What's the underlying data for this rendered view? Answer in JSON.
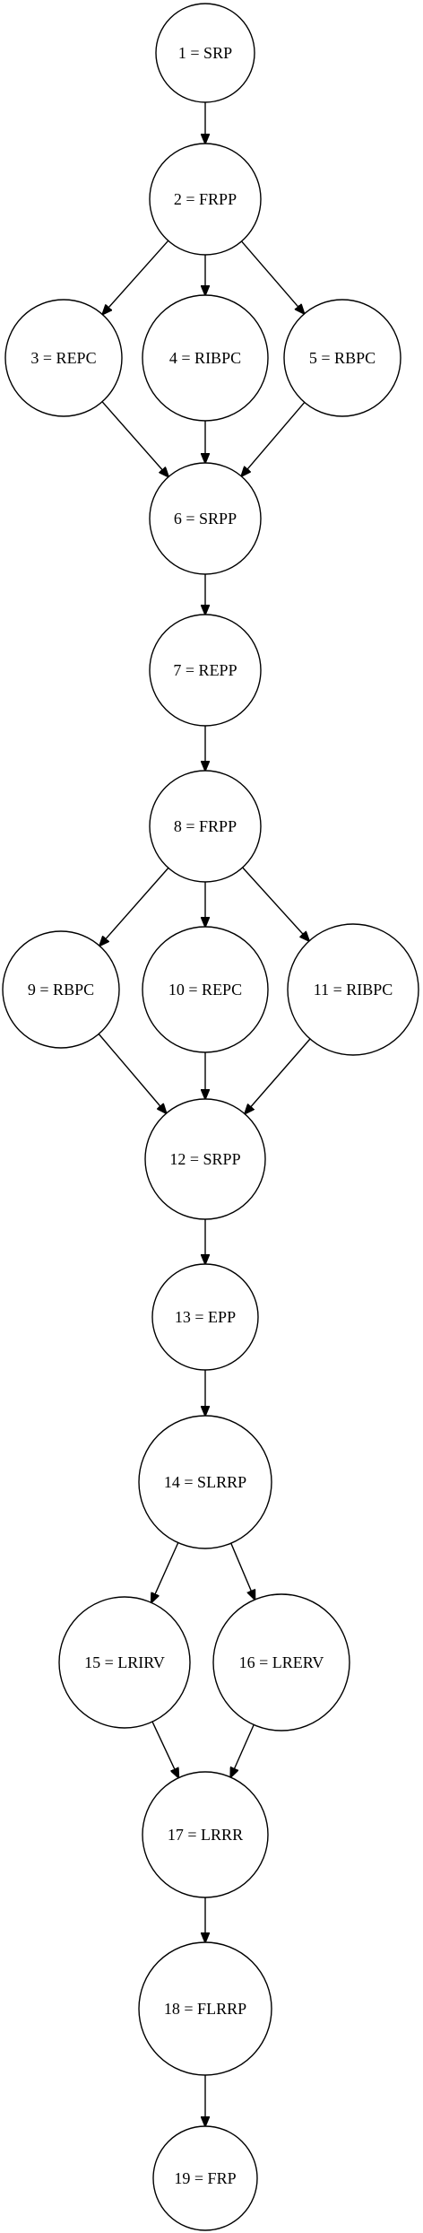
{
  "diagram": {
    "nodes": [
      {
        "id": "1",
        "label": "1 = SRP"
      },
      {
        "id": "2",
        "label": "2 = FRPP"
      },
      {
        "id": "3",
        "label": "3 = REPC"
      },
      {
        "id": "4",
        "label": "4 = RIBPC"
      },
      {
        "id": "5",
        "label": "5 = RBPC"
      },
      {
        "id": "6",
        "label": "6 = SRPP"
      },
      {
        "id": "7",
        "label": "7 = REPP"
      },
      {
        "id": "8",
        "label": "8 = FRPP"
      },
      {
        "id": "9",
        "label": "9 = RBPC"
      },
      {
        "id": "10",
        "label": "10 = REPC"
      },
      {
        "id": "11",
        "label": "11 = RIBPC"
      },
      {
        "id": "12",
        "label": "12 = SRPP"
      },
      {
        "id": "13",
        "label": "13 = EPP"
      },
      {
        "id": "14",
        "label": "14 = SLRRP"
      },
      {
        "id": "15",
        "label": "15 = LRIRV"
      },
      {
        "id": "16",
        "label": "16 = LRERV"
      },
      {
        "id": "17",
        "label": "17 = LRRR"
      },
      {
        "id": "18",
        "label": "18 = FLRRP"
      },
      {
        "id": "19",
        "label": "19 = FRP"
      }
    ],
    "edges": [
      {
        "from": "1",
        "to": "2"
      },
      {
        "from": "2",
        "to": "3"
      },
      {
        "from": "2",
        "to": "4"
      },
      {
        "from": "2",
        "to": "5"
      },
      {
        "from": "3",
        "to": "6"
      },
      {
        "from": "4",
        "to": "6"
      },
      {
        "from": "5",
        "to": "6"
      },
      {
        "from": "6",
        "to": "7"
      },
      {
        "from": "7",
        "to": "8"
      },
      {
        "from": "8",
        "to": "9"
      },
      {
        "from": "8",
        "to": "10"
      },
      {
        "from": "8",
        "to": "11"
      },
      {
        "from": "9",
        "to": "12"
      },
      {
        "from": "10",
        "to": "12"
      },
      {
        "from": "11",
        "to": "12"
      },
      {
        "from": "12",
        "to": "13"
      },
      {
        "from": "13",
        "to": "14"
      },
      {
        "from": "14",
        "to": "15"
      },
      {
        "from": "14",
        "to": "16"
      },
      {
        "from": "15",
        "to": "17"
      },
      {
        "from": "16",
        "to": "17"
      },
      {
        "from": "17",
        "to": "18"
      },
      {
        "from": "18",
        "to": "19"
      }
    ]
  }
}
